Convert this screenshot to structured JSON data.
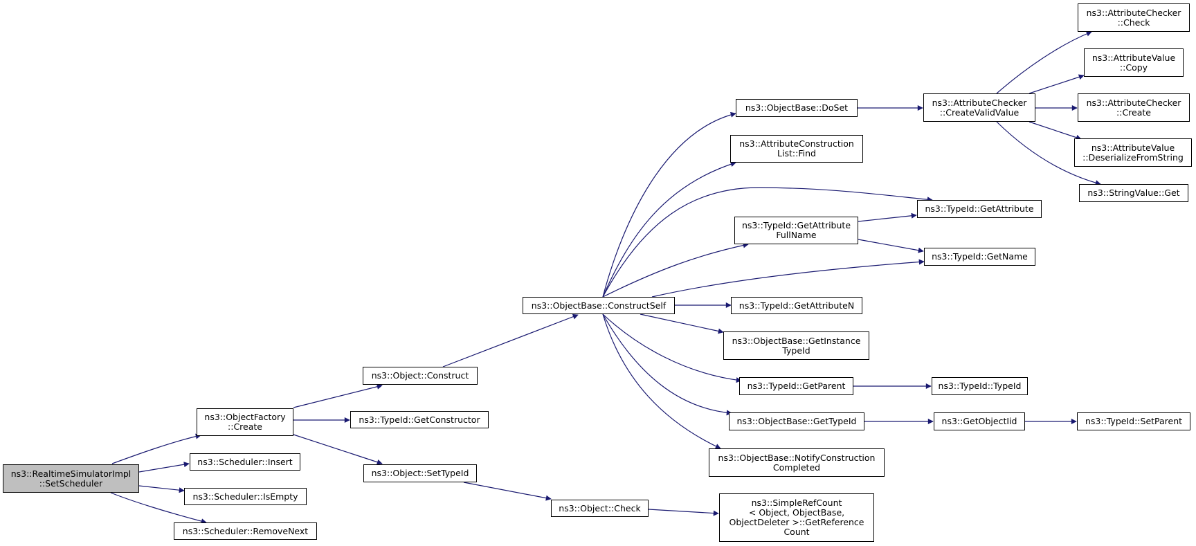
{
  "colors": {
    "edge": "#191970",
    "node_border": "#000000",
    "root_fill": "#bfbfbf",
    "node_fill": "#ffffff"
  },
  "nodes": {
    "root": {
      "lines": [
        "ns3::RealtimeSimulatorImpl",
        "::SetScheduler"
      ]
    },
    "objfactory_create": {
      "lines": [
        "ns3::ObjectFactory",
        "::Create"
      ]
    },
    "scheduler_insert": {
      "lines": [
        "ns3::Scheduler::Insert"
      ]
    },
    "scheduler_isempty": {
      "lines": [
        "ns3::Scheduler::IsEmpty"
      ]
    },
    "scheduler_removenext": {
      "lines": [
        "ns3::Scheduler::RemoveNext"
      ]
    },
    "object_construct": {
      "lines": [
        "ns3::Object::Construct"
      ]
    },
    "typeid_getconstructor": {
      "lines": [
        "ns3::TypeId::GetConstructor"
      ]
    },
    "object_settypeid": {
      "lines": [
        "ns3::Object::SetTypeId"
      ]
    },
    "objectbase_constructself": {
      "lines": [
        "ns3::ObjectBase::ConstructSelf"
      ]
    },
    "object_check": {
      "lines": [
        "ns3::Object::Check"
      ]
    },
    "objectbase_doset": {
      "lines": [
        "ns3::ObjectBase::DoSet"
      ]
    },
    "attrconstructionlist_find": {
      "lines": [
        "ns3::AttributeConstruction",
        "List::Find"
      ]
    },
    "typeid_getattributefullname": {
      "lines": [
        "ns3::TypeId::GetAttribute",
        "FullName"
      ]
    },
    "typeid_getattributen": {
      "lines": [
        "ns3::TypeId::GetAttributeN"
      ]
    },
    "objectbase_getinstancetypeid": {
      "lines": [
        "ns3::ObjectBase::GetInstance",
        "TypeId"
      ]
    },
    "typeid_getparent": {
      "lines": [
        "ns3::TypeId::GetParent"
      ]
    },
    "objectbase_gettypeid": {
      "lines": [
        "ns3::ObjectBase::GetTypeId"
      ]
    },
    "objectbase_notifyconstructioncompleted": {
      "lines": [
        "ns3::ObjectBase::NotifyConstruction",
        "Completed"
      ]
    },
    "simplerefcount_getreferencecount": {
      "lines": [
        "ns3::SimpleRefCount",
        "< Object, ObjectBase,",
        " ObjectDeleter >::GetReference",
        "Count"
      ]
    },
    "attributechecker_createvalidvalue": {
      "lines": [
        "ns3::AttributeChecker",
        "::CreateValidValue"
      ]
    },
    "typeid_getattribute": {
      "lines": [
        "ns3::TypeId::GetAttribute"
      ]
    },
    "typeid_getname": {
      "lines": [
        "ns3::TypeId::GetName"
      ]
    },
    "typeid_typeid": {
      "lines": [
        "ns3::TypeId::TypeId"
      ]
    },
    "getobjectiid": {
      "lines": [
        "ns3::GetObjectIid"
      ]
    },
    "attributechecker_check": {
      "lines": [
        "ns3::AttributeChecker",
        "::Check"
      ]
    },
    "attributevalue_copy": {
      "lines": [
        "ns3::AttributeValue",
        "::Copy"
      ]
    },
    "attributechecker_create": {
      "lines": [
        "ns3::AttributeChecker",
        "::Create"
      ]
    },
    "attributevalue_deserializefromstring": {
      "lines": [
        "ns3::AttributeValue",
        "::DeserializeFromString"
      ]
    },
    "stringvalue_get": {
      "lines": [
        "ns3::StringValue::Get"
      ]
    },
    "typeid_setparent": {
      "lines": [
        "ns3::TypeId::SetParent"
      ]
    }
  }
}
